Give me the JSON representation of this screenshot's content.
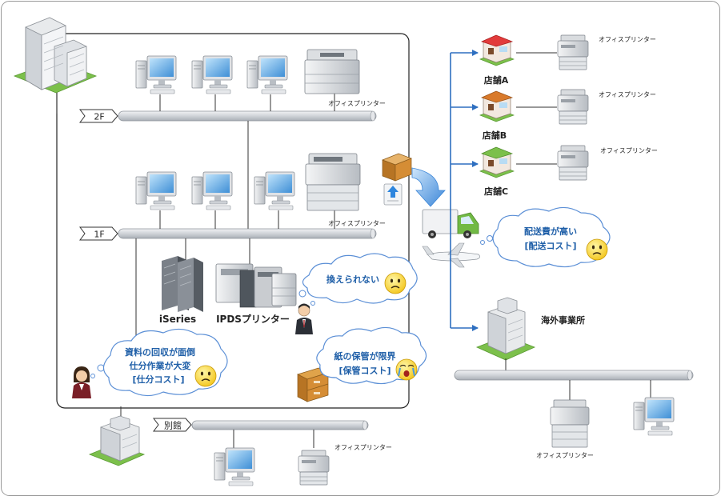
{
  "floors": {
    "f2": "2F",
    "f1": "1F",
    "annex": "別館"
  },
  "printer_label": "オフィスプリンター",
  "servers": {
    "iseries": "iSeries",
    "ipds": "IPDSプリンター"
  },
  "stores": {
    "a": "店舗A",
    "b": "店舗B",
    "c": "店舗C"
  },
  "overseas": "海外事業所",
  "bubbles": {
    "irreplaceable": "換えられない",
    "shipping": {
      "line1": "配送費が高い",
      "line2": "[配送コスト]"
    },
    "storage": {
      "line1": "紙の保管が限界",
      "line2": "[保管コスト]"
    },
    "collection": {
      "line1": "資料の回収が面倒",
      "line2": "仕分作業が大変",
      "line3": "[仕分コスト]"
    }
  },
  "colors": {
    "arrow": "#2e6fc0",
    "bubble_text": "#1f5fa8",
    "cloud_stroke": "#5b8fd6",
    "bus": "#c9cdd2"
  }
}
